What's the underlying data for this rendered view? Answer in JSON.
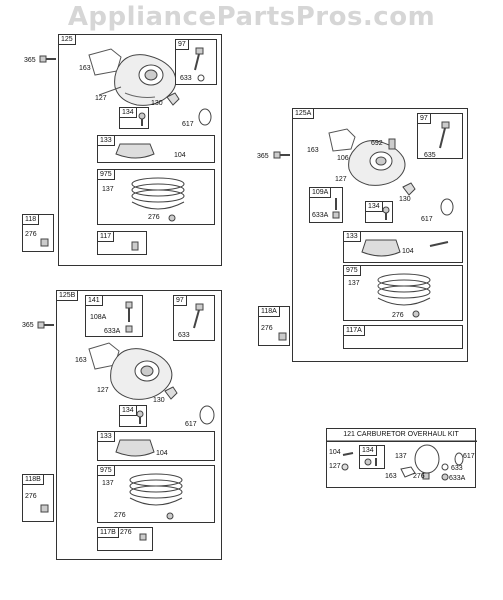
{
  "watermark": "AppliancePartsPros.com",
  "box125": {
    "tag": "125",
    "sub97": "97",
    "sub133": "133",
    "sub134": "134",
    "sub975": "975",
    "sub117": "117",
    "labels": {
      "l163": "163",
      "l127": "127",
      "l130": "130",
      "l617": "617",
      "l633": "633",
      "l104": "104",
      "l137": "137",
      "l276": "276",
      "l134": "134"
    }
  },
  "outside125": {
    "l365": "365",
    "sub118": "118",
    "l276": "276"
  },
  "box125a": {
    "tag": "125A",
    "sub97": "97",
    "sub109a": "109A",
    "sub134": "134",
    "sub133": "133",
    "sub975": "975",
    "sub117a": "117A",
    "labels": {
      "l163": "163",
      "l106": "106",
      "l692": "692",
      "l635": "635",
      "l127": "127",
      "l130": "130",
      "l617": "617",
      "l633a": "633A",
      "l104": "104",
      "l137": "137",
      "l276": "276"
    }
  },
  "outside125a": {
    "l365": "365",
    "sub118a": "118A",
    "l276": "276"
  },
  "box125b": {
    "tag": "125B",
    "sub141": "141",
    "sub97": "97",
    "sub134": "134",
    "sub133": "133",
    "sub975": "975",
    "sub117b": "117B",
    "labels": {
      "l163": "163",
      "l108a": "108A",
      "l633a": "633A",
      "l633": "633",
      "l127": "127",
      "l130": "130",
      "l617": "617",
      "l104": "104",
      "l137": "137",
      "l276": "276",
      "l276b": "276"
    }
  },
  "outside125b": {
    "l365": "365",
    "sub118b": "118B",
    "l276": "276"
  },
  "kit": {
    "title": "121 CARBURETOR OVERHAUL KIT",
    "sub134": "134",
    "labels": {
      "l104": "104",
      "l127": "127",
      "l137": "137",
      "l163": "163",
      "l276": "276",
      "l617": "617",
      "l633": "633",
      "l633a": "633A"
    }
  }
}
